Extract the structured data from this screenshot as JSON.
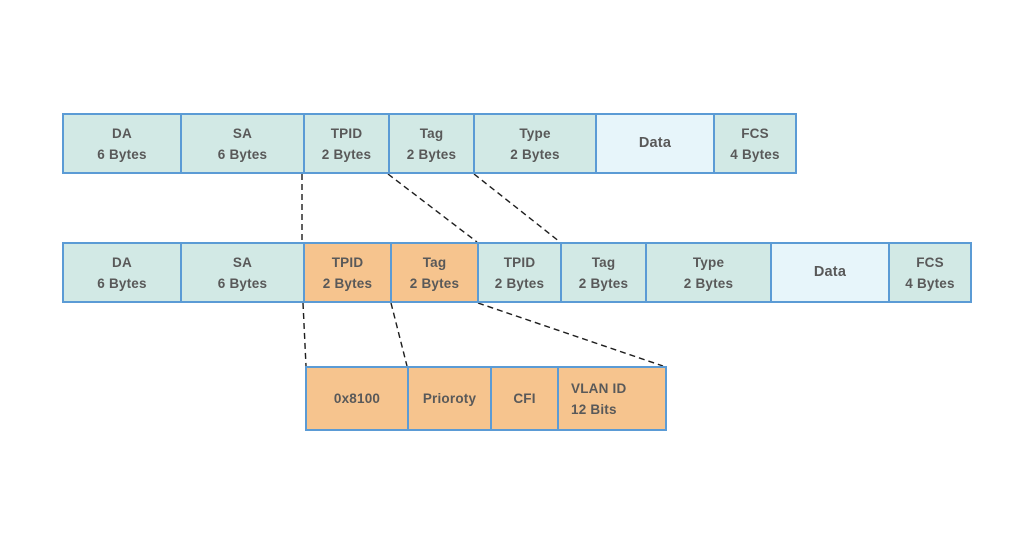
{
  "colors": {
    "border": "#5b9bd5",
    "cell_fill": "#d2e9e5",
    "data_cell_fill": "#e7f5fa",
    "highlight_fill": "#f6c48e",
    "text": "#595959",
    "connector": "#1c1c1c"
  },
  "frames": {
    "single_tagged": {
      "cells": [
        {
          "name": "DA",
          "size": "6 Bytes"
        },
        {
          "name": "SA",
          "size": "6 Bytes"
        },
        {
          "name": "TPID",
          "size": "2 Bytes"
        },
        {
          "name": "Tag",
          "size": "2 Bytes"
        },
        {
          "name": "Type",
          "size": "2 Bytes"
        },
        {
          "name": "Data"
        },
        {
          "name": "FCS",
          "size": "4 Bytes"
        }
      ]
    },
    "double_tagged": {
      "cells": [
        {
          "name": "DA",
          "size": "6 Bytes"
        },
        {
          "name": "SA",
          "size": "6 Bytes"
        },
        {
          "name": "TPID",
          "size": "2 Bytes"
        },
        {
          "name": "Tag",
          "size": "2 Bytes"
        },
        {
          "name": "TPID",
          "size": "2 Bytes"
        },
        {
          "name": "Tag",
          "size": "2 Bytes"
        },
        {
          "name": "Type",
          "size": "2 Bytes"
        },
        {
          "name": "Data"
        },
        {
          "name": "FCS",
          "size": "4 Bytes"
        }
      ]
    },
    "tag_detail": {
      "cells": [
        {
          "name": "0x8100"
        },
        {
          "name": "Prioroty"
        },
        {
          "name": "CFI"
        },
        {
          "name": "VLAN ID",
          "size": "12 Bits"
        }
      ]
    }
  }
}
